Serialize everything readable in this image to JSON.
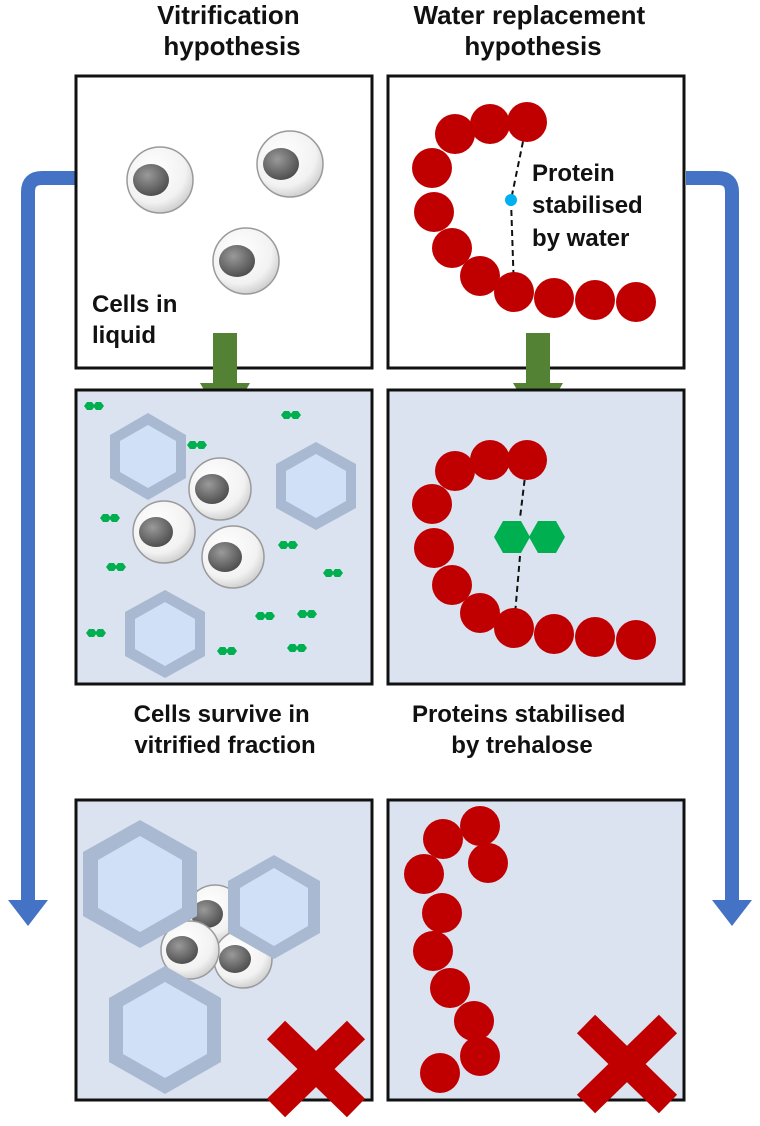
{
  "headings": {
    "vitrification": [
      "Vitrification",
      "hypothesis"
    ],
    "water_replacement": [
      "Water replacement",
      "hypothesis"
    ]
  },
  "labels": {
    "cells_in_liquid": [
      "Cells in",
      "liquid"
    ],
    "protein_by_water": [
      "Protein",
      "stabilised",
      "by water"
    ],
    "cells_survive": [
      "Cells survive in",
      "vitrified fraction"
    ],
    "proteins_trehalose": [
      "Proteins stabilised",
      "by trehalose"
    ]
  },
  "colors": {
    "panel_border": "#111111",
    "panel_fill_blue": "#dbe3f1",
    "side_arrow": "#4472c4",
    "down_arrow": "#548235",
    "protein_bead": "#c00000",
    "fail_cross": "#c00000",
    "trehalose": "#00b050",
    "water_molecule": "#00b0f0",
    "ice_crystal": "#cfe0f7"
  },
  "icons": [
    "cell-icon",
    "protein-bead-icon",
    "ice-crystal-icon",
    "trehalose-icon",
    "water-molecule-icon",
    "fail-cross-icon",
    "arrow-down-icon"
  ]
}
